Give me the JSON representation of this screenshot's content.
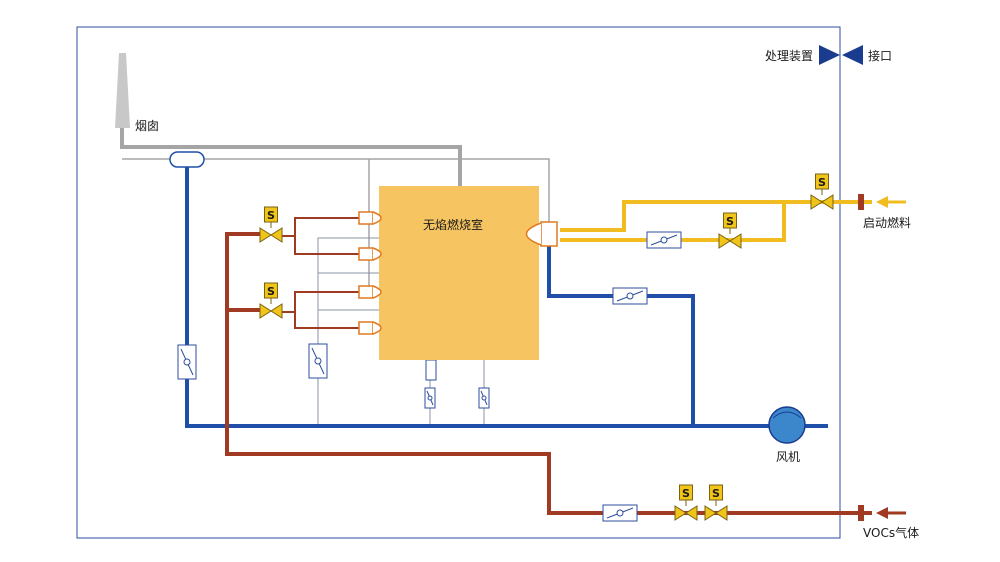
{
  "labels": {
    "chimney": "烟囱",
    "processing_device": "处理装置",
    "interface": "接口",
    "chamber": "无焰燃烧室",
    "startup_fuel": "启动燃料",
    "fan": "风机",
    "voc_gas": "VOCs气体",
    "solenoid": "S"
  },
  "colors": {
    "frame": "#2d4e9e",
    "air_line": "#1f4fa8",
    "exhaust_line": "#a5a5a5",
    "fuel_line": "#f0bc1f",
    "voc_line": "#a03a23",
    "thin_line": "#8a93a6",
    "chamber_fill": "#f6c460",
    "valve_fill": "#f0c419",
    "solenoid_fill": "#f0c419",
    "fan_fill": "#3c86cc",
    "burner_outline": "#e07a20",
    "interface_arrow": "#1a3c8f"
  },
  "icons": [
    "chimney-icon",
    "fan-icon",
    "solenoid-valve-icon",
    "damper-valve-icon",
    "burner-icon",
    "interface-arrow-icon",
    "flow-arrow-icon"
  ]
}
